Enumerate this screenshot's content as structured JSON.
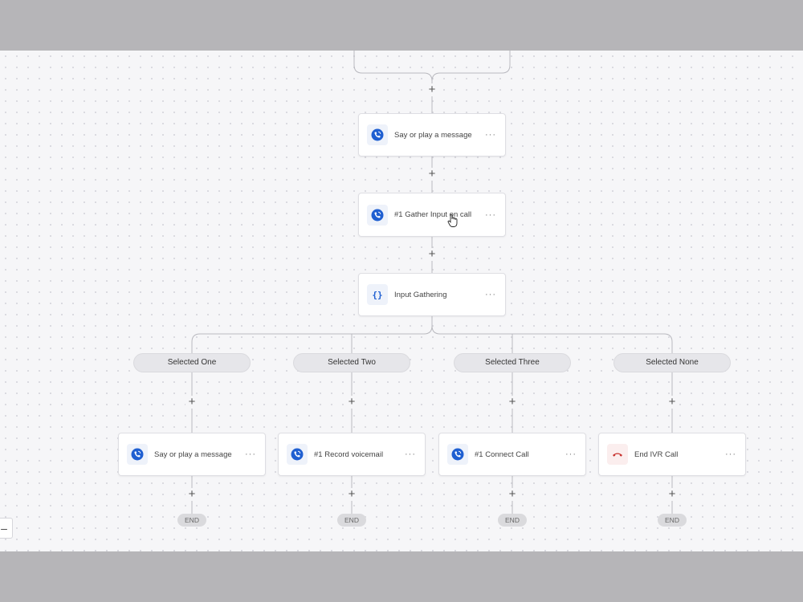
{
  "flow": {
    "nodes": {
      "say_message_top": {
        "label": "Say or play a message",
        "icon": "phone-icon",
        "more": "···"
      },
      "gather_input": {
        "label": "#1 Gather Input on call",
        "icon": "phone-icon",
        "more": "···"
      },
      "input_gathering": {
        "label": "Input Gathering",
        "icon": "code-braces-icon",
        "more": "···"
      }
    },
    "branches": [
      {
        "label": "Selected One",
        "action": {
          "label": "Say or play a message",
          "icon": "phone-icon",
          "more": "···"
        },
        "end": "END"
      },
      {
        "label": "Selected Two",
        "action": {
          "label": "#1 Record voicemail",
          "icon": "phone-icon",
          "more": "···"
        },
        "end": "END"
      },
      {
        "label": "Selected Three",
        "action": {
          "label": "#1 Connect Call",
          "icon": "phone-icon",
          "more": "···"
        },
        "end": "END"
      },
      {
        "label": "Selected None",
        "action": {
          "label": "End IVR Call",
          "icon": "hang-up-icon",
          "more": "···"
        },
        "end": "END"
      }
    ],
    "add_step": "+"
  },
  "zoom_control": {
    "label": "–"
  },
  "colors": {
    "accent": "#1f5fd1",
    "hangup": "#c8322f",
    "connector": "#b9b9bf"
  }
}
